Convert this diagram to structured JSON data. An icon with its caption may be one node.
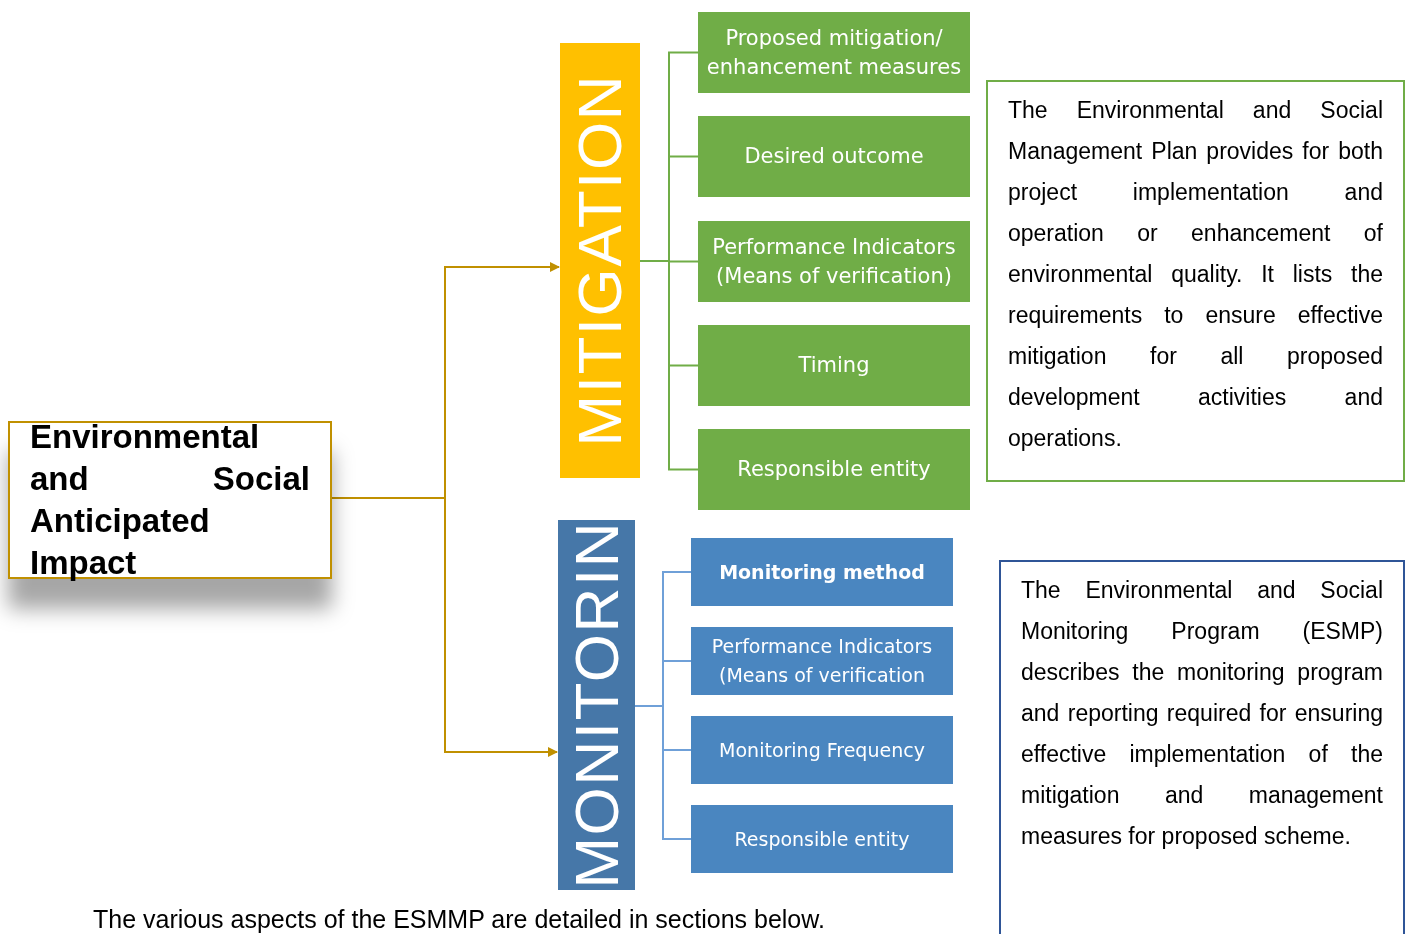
{
  "diagram": {
    "caption": "The various aspects of the ESMMP are detailed in sections below.",
    "nodes": [
      {
        "text": [
          "Environmental and Social Anticipated Impact"
        ]
      },
      {
        "text": [
          "MITIGATION"
        ]
      },
      {
        "text": [
          "Proposed mitigation/ enhancement measures"
        ]
      },
      {
        "text": [
          "Desired outcome"
        ]
      },
      {
        "text": [
          "Performance Indicators (Means of verification)"
        ]
      },
      {
        "text": [
          "Timing"
        ]
      },
      {
        "text": [
          "Responsible entity"
        ]
      },
      {
        "text": [
          "MONITORIN"
        ]
      },
      {
        "text": [
          "Monitoring method"
        ]
      },
      {
        "text": [
          "Performance Indicators (Means of verification"
        ]
      },
      {
        "text": [
          "Monitoring Frequency"
        ]
      },
      {
        "text": [
          "Responsible entity"
        ]
      },
      {
        "text": [
          "The Environmental and Social Management Plan provides for both project implementation and operation or enhancement of environmental quality. It lists the requirements to ensure effective mitigation for all proposed development activities and operations."
        ]
      },
      {
        "text": [
          "The Environmental and Social Monitoring Program (ESMP) describes the monitoring program and reporting required for ensuring effective implementation of the mitigation and management measures for proposed scheme."
        ]
      }
    ],
    "edges": [
      {
        "from": 0,
        "to": 1,
        "arrow": "to",
        "color": "#c09000"
      },
      {
        "from": 0,
        "to": 7,
        "arrow": "to",
        "color": "#c09000"
      },
      {
        "from": 1,
        "to": 2,
        "arrow": "none"
      },
      {
        "from": 1,
        "to": 3,
        "arrow": "none"
      },
      {
        "from": 1,
        "to": 4,
        "arrow": "none"
      },
      {
        "from": 1,
        "to": 5,
        "arrow": "none"
      },
      {
        "from": 1,
        "to": 6,
        "arrow": "none"
      },
      {
        "from": 7,
        "to": 8,
        "arrow": "none",
        "color": "#6fa0d8"
      },
      {
        "from": 7,
        "to": 9,
        "arrow": "none",
        "color": "#6fa0d8"
      },
      {
        "from": 7,
        "to": 10,
        "arrow": "none",
        "color": "#6fa0d8"
      },
      {
        "from": 7,
        "to": 11,
        "arrow": "none",
        "color": "#6fa0d8"
      }
    ]
  }
}
